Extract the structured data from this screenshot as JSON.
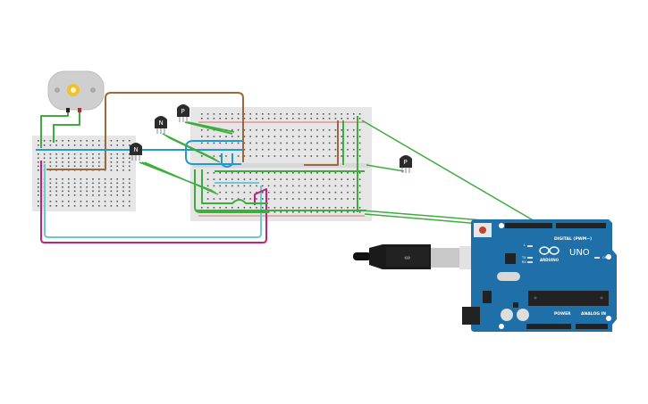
{
  "components": {
    "transistors": [
      {
        "type": "N",
        "label": "N"
      },
      {
        "type": "P",
        "label": "P"
      },
      {
        "type": "N",
        "label": "N"
      },
      {
        "type": "P",
        "label": "P"
      }
    ],
    "arduino": {
      "brand": "ARDUINO",
      "model": "UNO",
      "digital_label": "DIGITAL (PWM~)",
      "power_label": "POWER",
      "analog_label": "ANALOG IN",
      "led_l": "L",
      "led_tx": "TX",
      "led_rx": "RX",
      "led_on": "ON",
      "board_color": "#1f6fa8"
    },
    "wire_colors": {
      "green": "#3dae3d",
      "brown": "#9a6a3c",
      "blue": "#1e9ad6",
      "cyan": "#6fc6d6",
      "magenta": "#c2227a"
    }
  }
}
